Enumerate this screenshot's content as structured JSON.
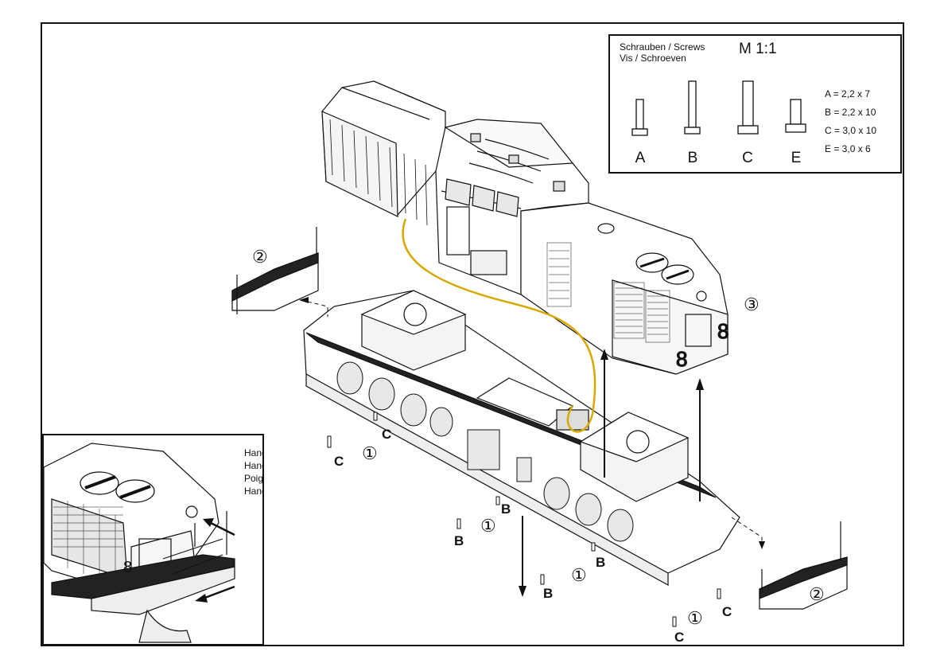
{
  "legend": {
    "screws_title_line1": "Schrauben / Screws",
    "screws_title_line2": "Vis / Schroeven",
    "scale": "M 1:1",
    "screw_letters": [
      "A",
      "B",
      "C",
      "E"
    ],
    "dimensions": [
      "A = 2,2 x 7",
      "B = 2,2 x 10",
      "C = 3,0 x 10",
      "E = 3,0 x 6"
    ]
  },
  "inset": {
    "handrail_labels": [
      "Handstangen",
      "Handrails",
      "Poignées",
      "Handgrepen"
    ]
  },
  "callouts": {
    "step1": "①",
    "step2": "②",
    "step3": "③"
  },
  "screw_markers": {
    "b": "B",
    "c": "C"
  }
}
